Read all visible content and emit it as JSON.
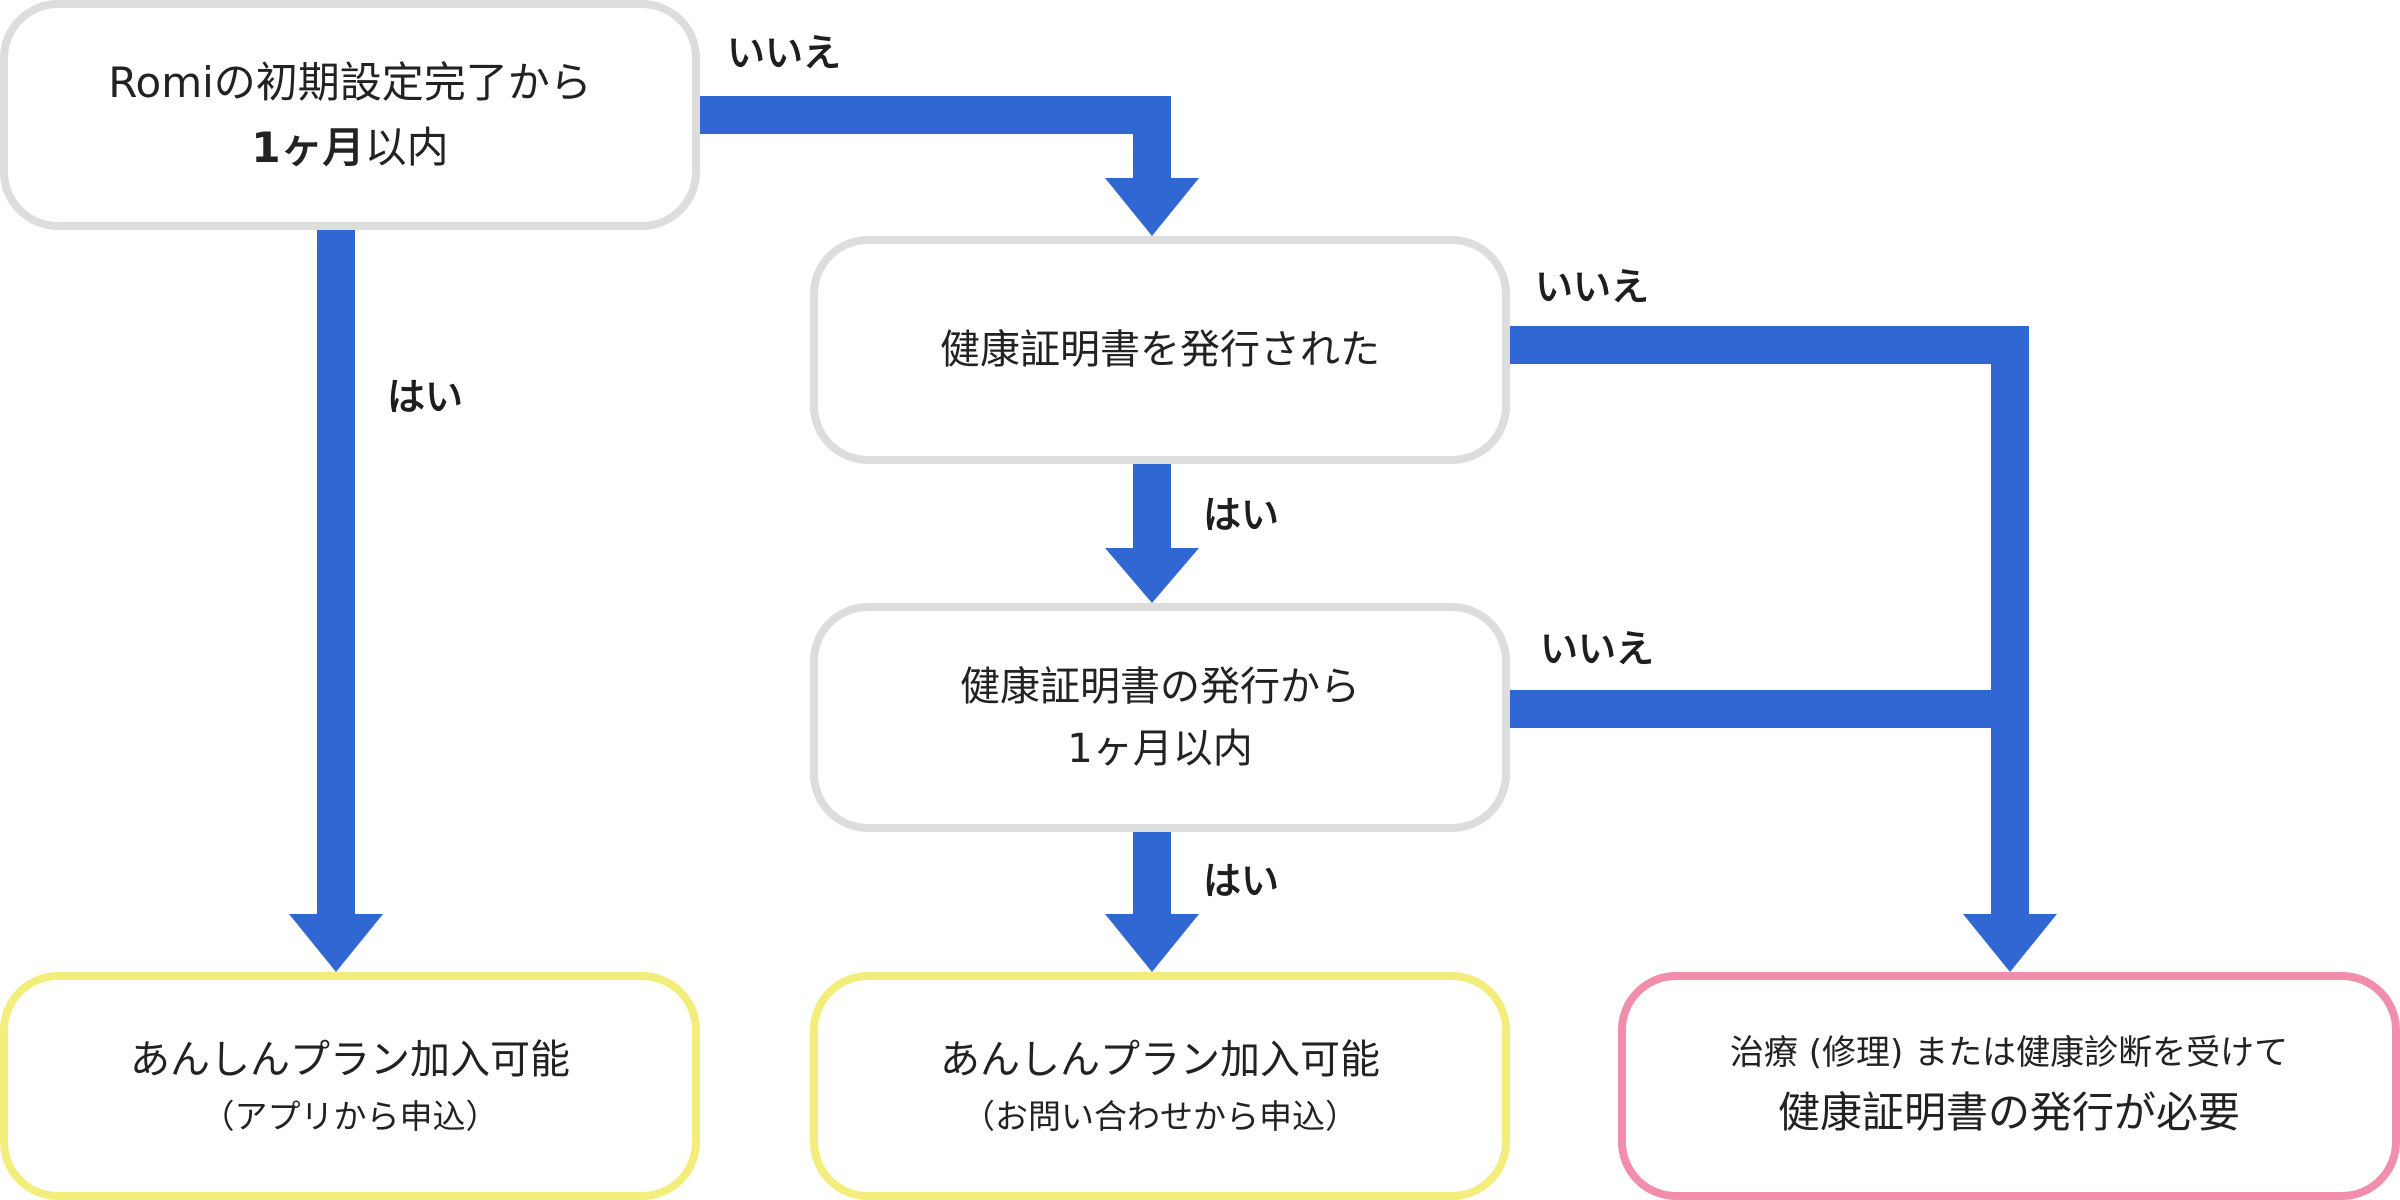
{
  "nodes": {
    "start": {
      "line1": "Romiの初期設定完了から",
      "line2_bold": "1ヶ月",
      "line2_rest": "以内"
    },
    "certificate_issued": {
      "line1": "健康証明書を発行された"
    },
    "within_month_of_issue": {
      "line1": "健康証明書の発行から",
      "line2": "1ヶ月以内"
    },
    "plan_app": {
      "line1": "あんしんプラン加入可能",
      "line2": "（アプリから申込）"
    },
    "plan_inquiry": {
      "line1": "あんしんプラン加入可能",
      "line2": "（お問い合わせから申込）"
    },
    "need_certificate": {
      "line1": "治療 (修理) または健康診断を受けて",
      "line2": "健康証明書の発行が必要"
    }
  },
  "labels": {
    "start_no": "いいえ",
    "start_yes": "はい",
    "issued_no": "いいえ",
    "issued_yes": "はい",
    "month_no": "いいえ",
    "month_yes": "はい"
  },
  "colors": {
    "arrow": "#3067d2",
    "question_border": "#dddddd",
    "ok_border": "#f3ee7c",
    "ng_border": "#f08eac"
  }
}
